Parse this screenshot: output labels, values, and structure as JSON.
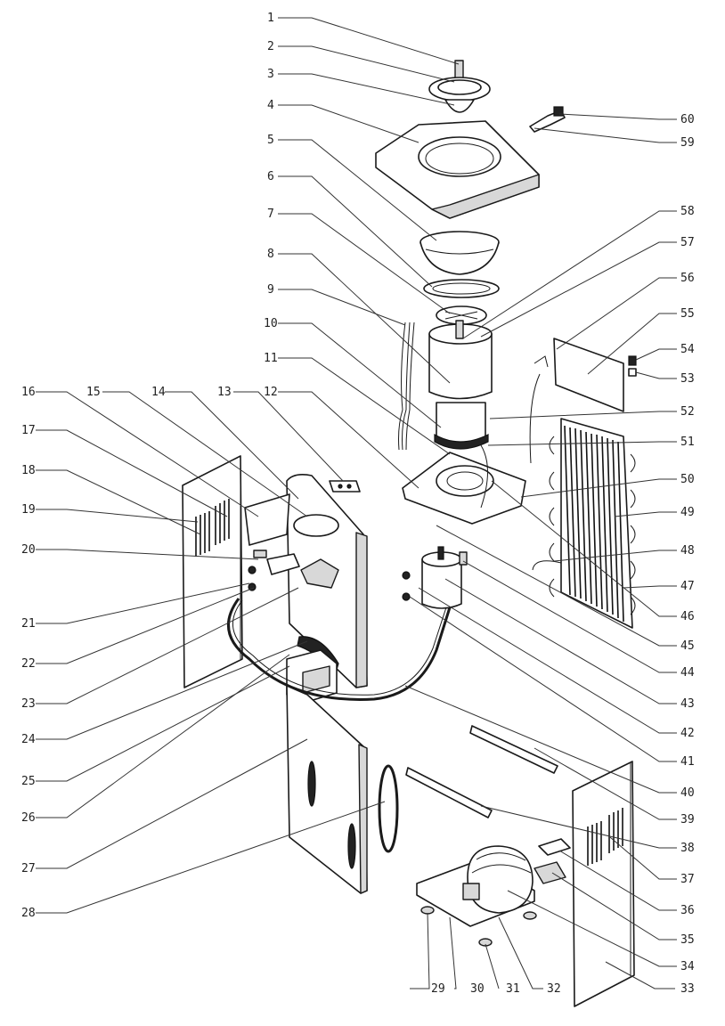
{
  "diagram": {
    "left_labels": [
      "1",
      "2",
      "3",
      "4",
      "5",
      "6",
      "7",
      "8",
      "9",
      "10",
      "11",
      "12",
      "13",
      "14",
      "15",
      "16",
      "17",
      "18",
      "19",
      "20",
      "21",
      "22",
      "23",
      "24",
      "25",
      "26",
      "27",
      "28",
      "29",
      "30",
      "31",
      "32",
      "33"
    ],
    "right_labels": [
      "60",
      "59",
      "58",
      "57",
      "56",
      "55",
      "54",
      "53",
      "52",
      "51",
      "50",
      "49",
      "48",
      "47",
      "46",
      "45",
      "44",
      "43",
      "42",
      "41",
      "40",
      "39",
      "38",
      "37",
      "36",
      "35",
      "34"
    ]
  }
}
